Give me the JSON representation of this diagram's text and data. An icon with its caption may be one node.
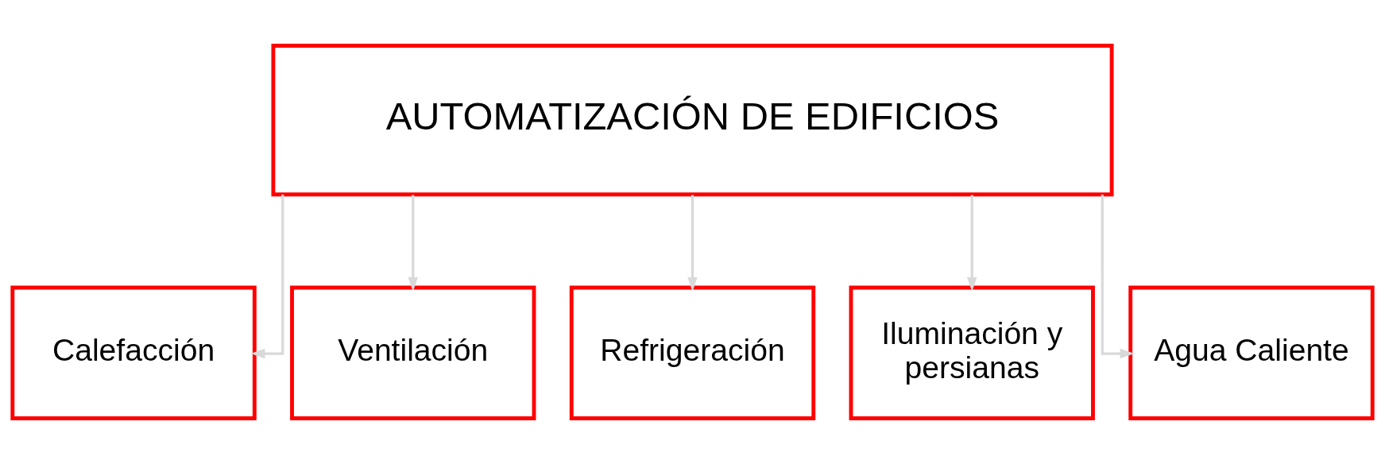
{
  "diagram": {
    "nodes": [
      {
        "text": [
          "AUTOMATIZACIÓN DE EDIFICIOS"
        ]
      },
      {
        "text": [
          "Calefacción"
        ]
      },
      {
        "text": [
          "Ventilación"
        ]
      },
      {
        "text": [
          "Refrigeración"
        ]
      },
      {
        "text": [
          "Iluminación y persianas"
        ]
      },
      {
        "text": [
          "Agua Caliente"
        ]
      }
    ],
    "edges": [
      {
        "from": 0,
        "to": 1,
        "arrow": "to"
      },
      {
        "from": 0,
        "to": 2,
        "arrow": "to"
      },
      {
        "from": 0,
        "to": 3,
        "arrow": "to"
      },
      {
        "from": 0,
        "to": 4,
        "arrow": "to"
      },
      {
        "from": 0,
        "to": 5,
        "arrow": "to"
      }
    ]
  }
}
